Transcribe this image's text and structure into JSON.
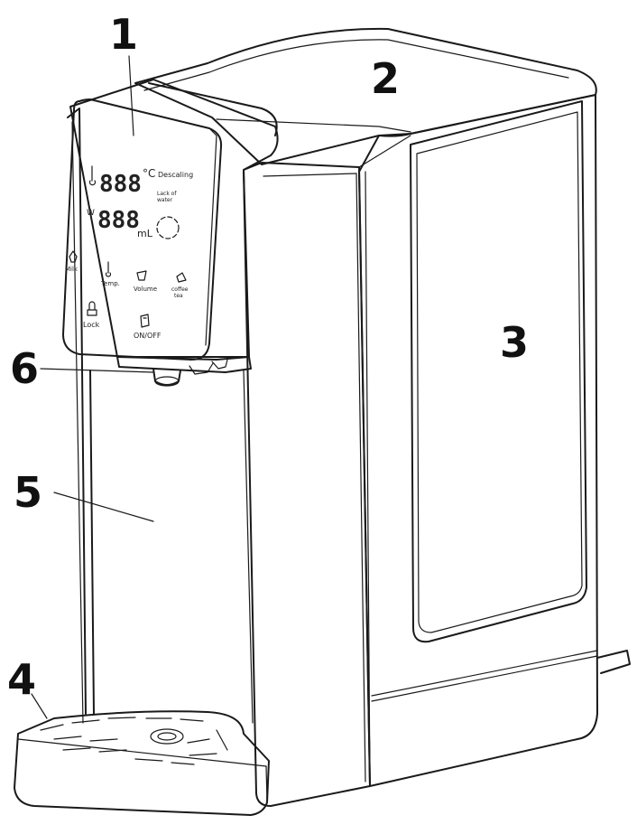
{
  "callouts": [
    {
      "id": "1",
      "label": "1"
    },
    {
      "id": "2",
      "label": "2"
    },
    {
      "id": "3",
      "label": "3"
    },
    {
      "id": "4",
      "label": "4"
    },
    {
      "id": "5",
      "label": "5"
    },
    {
      "id": "6",
      "label": "6"
    }
  ],
  "display": {
    "temp_digits": "888",
    "temp_unit": "°C",
    "descaling": "Descaling",
    "volume_digits": "888",
    "volume_unit": "mL",
    "lack_water_line1": "Lack of",
    "lack_water_line2": "water"
  },
  "buttons": {
    "milk": "Milk",
    "temp": "Temp.",
    "volume": "Volume",
    "coffee_line1": "coffee",
    "coffee_line2": "tea",
    "lock": "Lock",
    "onoff": "ON/OFF"
  }
}
